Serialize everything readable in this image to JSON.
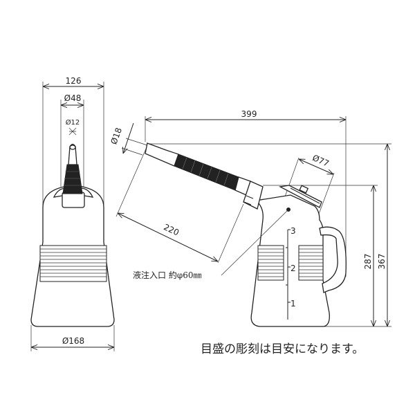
{
  "front_view": {
    "width_label": "126",
    "cap_diameter_label": "Ø48",
    "tip_diameter_label": "Ø12",
    "base_diameter_label": "Ø168"
  },
  "side_view": {
    "length_label": "399",
    "spout_tip_diameter_label": "Ø18",
    "spout_length_label": "220",
    "lid_diameter_label": "Ø77",
    "body_height_label": "287",
    "total_height_label": "367",
    "inlet_note": "液注入口 約φ60㎜",
    "scale_marks": [
      "3",
      "2",
      "1"
    ]
  },
  "caption": "目盛の彫刻は目安になります。"
}
